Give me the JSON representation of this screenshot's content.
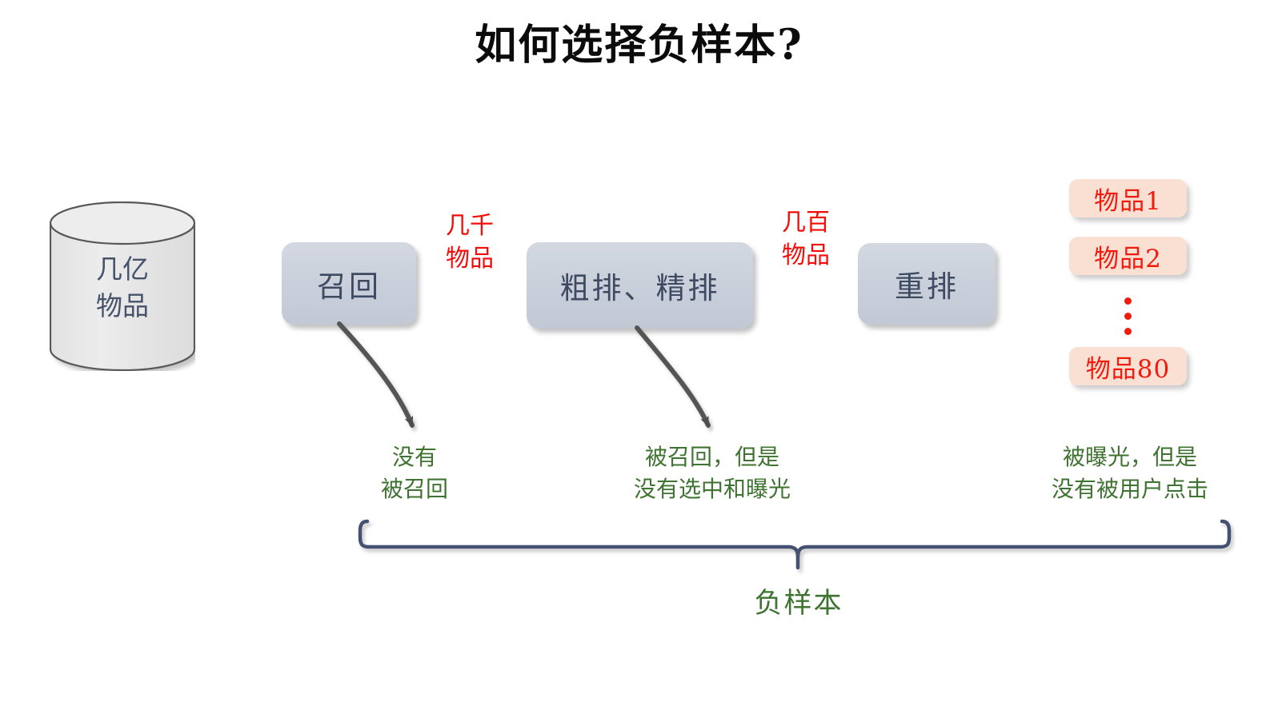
{
  "title": "如何选择负样本?",
  "source": {
    "name": "item-pool-cylinder",
    "label": "几亿\n物品"
  },
  "pipeline": {
    "stages": [
      {
        "id": "recall",
        "label": "召回"
      },
      {
        "id": "ranking",
        "label": "粗排、精排"
      },
      {
        "id": "rerank",
        "label": "重排"
      }
    ],
    "volume_labels": [
      {
        "id": "thousands",
        "label": "几千\n物品"
      },
      {
        "id": "hundreds",
        "label": "几百\n物品"
      }
    ]
  },
  "results": {
    "items": [
      {
        "label": "物品1"
      },
      {
        "label": "物品2"
      },
      {
        "label": "物品80"
      }
    ],
    "ellipsis": "⋮"
  },
  "annotations": [
    {
      "id": "not-recalled",
      "text": "没有\n被召回"
    },
    {
      "id": "recalled-not-exposed",
      "text": "被召回，但是\n没有选中和曝光"
    },
    {
      "id": "exposed-not-clicked",
      "text": "被曝光，但是\n没有被用户点击"
    }
  ],
  "brace": {
    "label": "负样本"
  },
  "colors": {
    "title_text": "#0b0b0b",
    "stage_fill": "#c9cfda",
    "stage_text": "#3d4a62",
    "cylinder_fill": "#e8e8e8",
    "cylinder_stroke": "#595959",
    "volume_red": "#f30d09",
    "item_fill": "#fae0d3",
    "item_text": "#f01a0d",
    "note_green": "#3f7331",
    "arrow_gray": "#4d4d4d",
    "brace_stroke": "#455172"
  }
}
